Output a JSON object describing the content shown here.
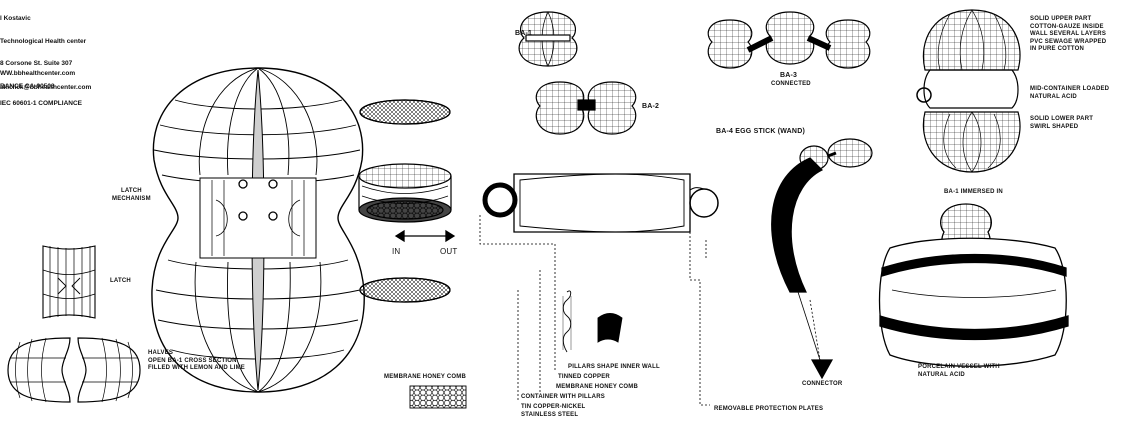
{
  "header": {
    "lines": [
      "l Kostavic",
      "Technological Health center",
      "8 Corsone St. Suite 307",
      "RANCE CA-90503"
    ],
    "website": "WW.bbhealthcenter.com",
    "email": "alliclick@bbhealthcenter.com",
    "compliance": "IEC 60601-1 COMPLIANCE"
  },
  "models": {
    "ba1": "BA-1",
    "ba2": "BA-2",
    "ba3": "BA-3",
    "ba3_sub": "CONNECTED",
    "ba4": "BA-4 EGG STICK (WAND)",
    "ba1_immersed": "BA-1 IMMERSED IN"
  },
  "labels": {
    "latch_mechanism": [
      "LATCH",
      "MECHANISM"
    ],
    "latch": "LATCH",
    "in": "IN",
    "out": "OUT",
    "halves": [
      "HALVES",
      "OPEN BA-1 CROSS SECTION",
      "FILLED WITH LEMON AND LIME"
    ],
    "membrane_honey_comb": "MEMBRANE HONEY COMB",
    "pillars_shape": "PILLARS SHAPE INNER WALL",
    "tinned_copper": "TINNED COPPER",
    "membrane_honey_comb2": "MEMBRANE HONEY COMB",
    "container_pillars": "CONTAINER WITH PILLARS",
    "tin_copper_nickel": [
      "TIN COPPER-NICKEL",
      "STAINLESS STEEL"
    ],
    "removable_plates": "REMOVABLE PROTECTION PLATES",
    "connector": "CONNECTOR",
    "upper_part": [
      "SOLID UPPER PART",
      "COTTON-GAUZE INSIDE",
      "WALL SEVERAL LAYERS",
      "PVC SEWAGE WRAPPED",
      "IN PURE COTTON"
    ],
    "mid_container": [
      "MID-CONTAINER LOADED",
      "NATURAL ACID"
    ],
    "lower_part": [
      "SOLID LOWER PART",
      "SWIRL SHAPED"
    ],
    "porcelain": [
      "PORCELAIN VESSEL WITH",
      "NATURAL ACID"
    ]
  }
}
